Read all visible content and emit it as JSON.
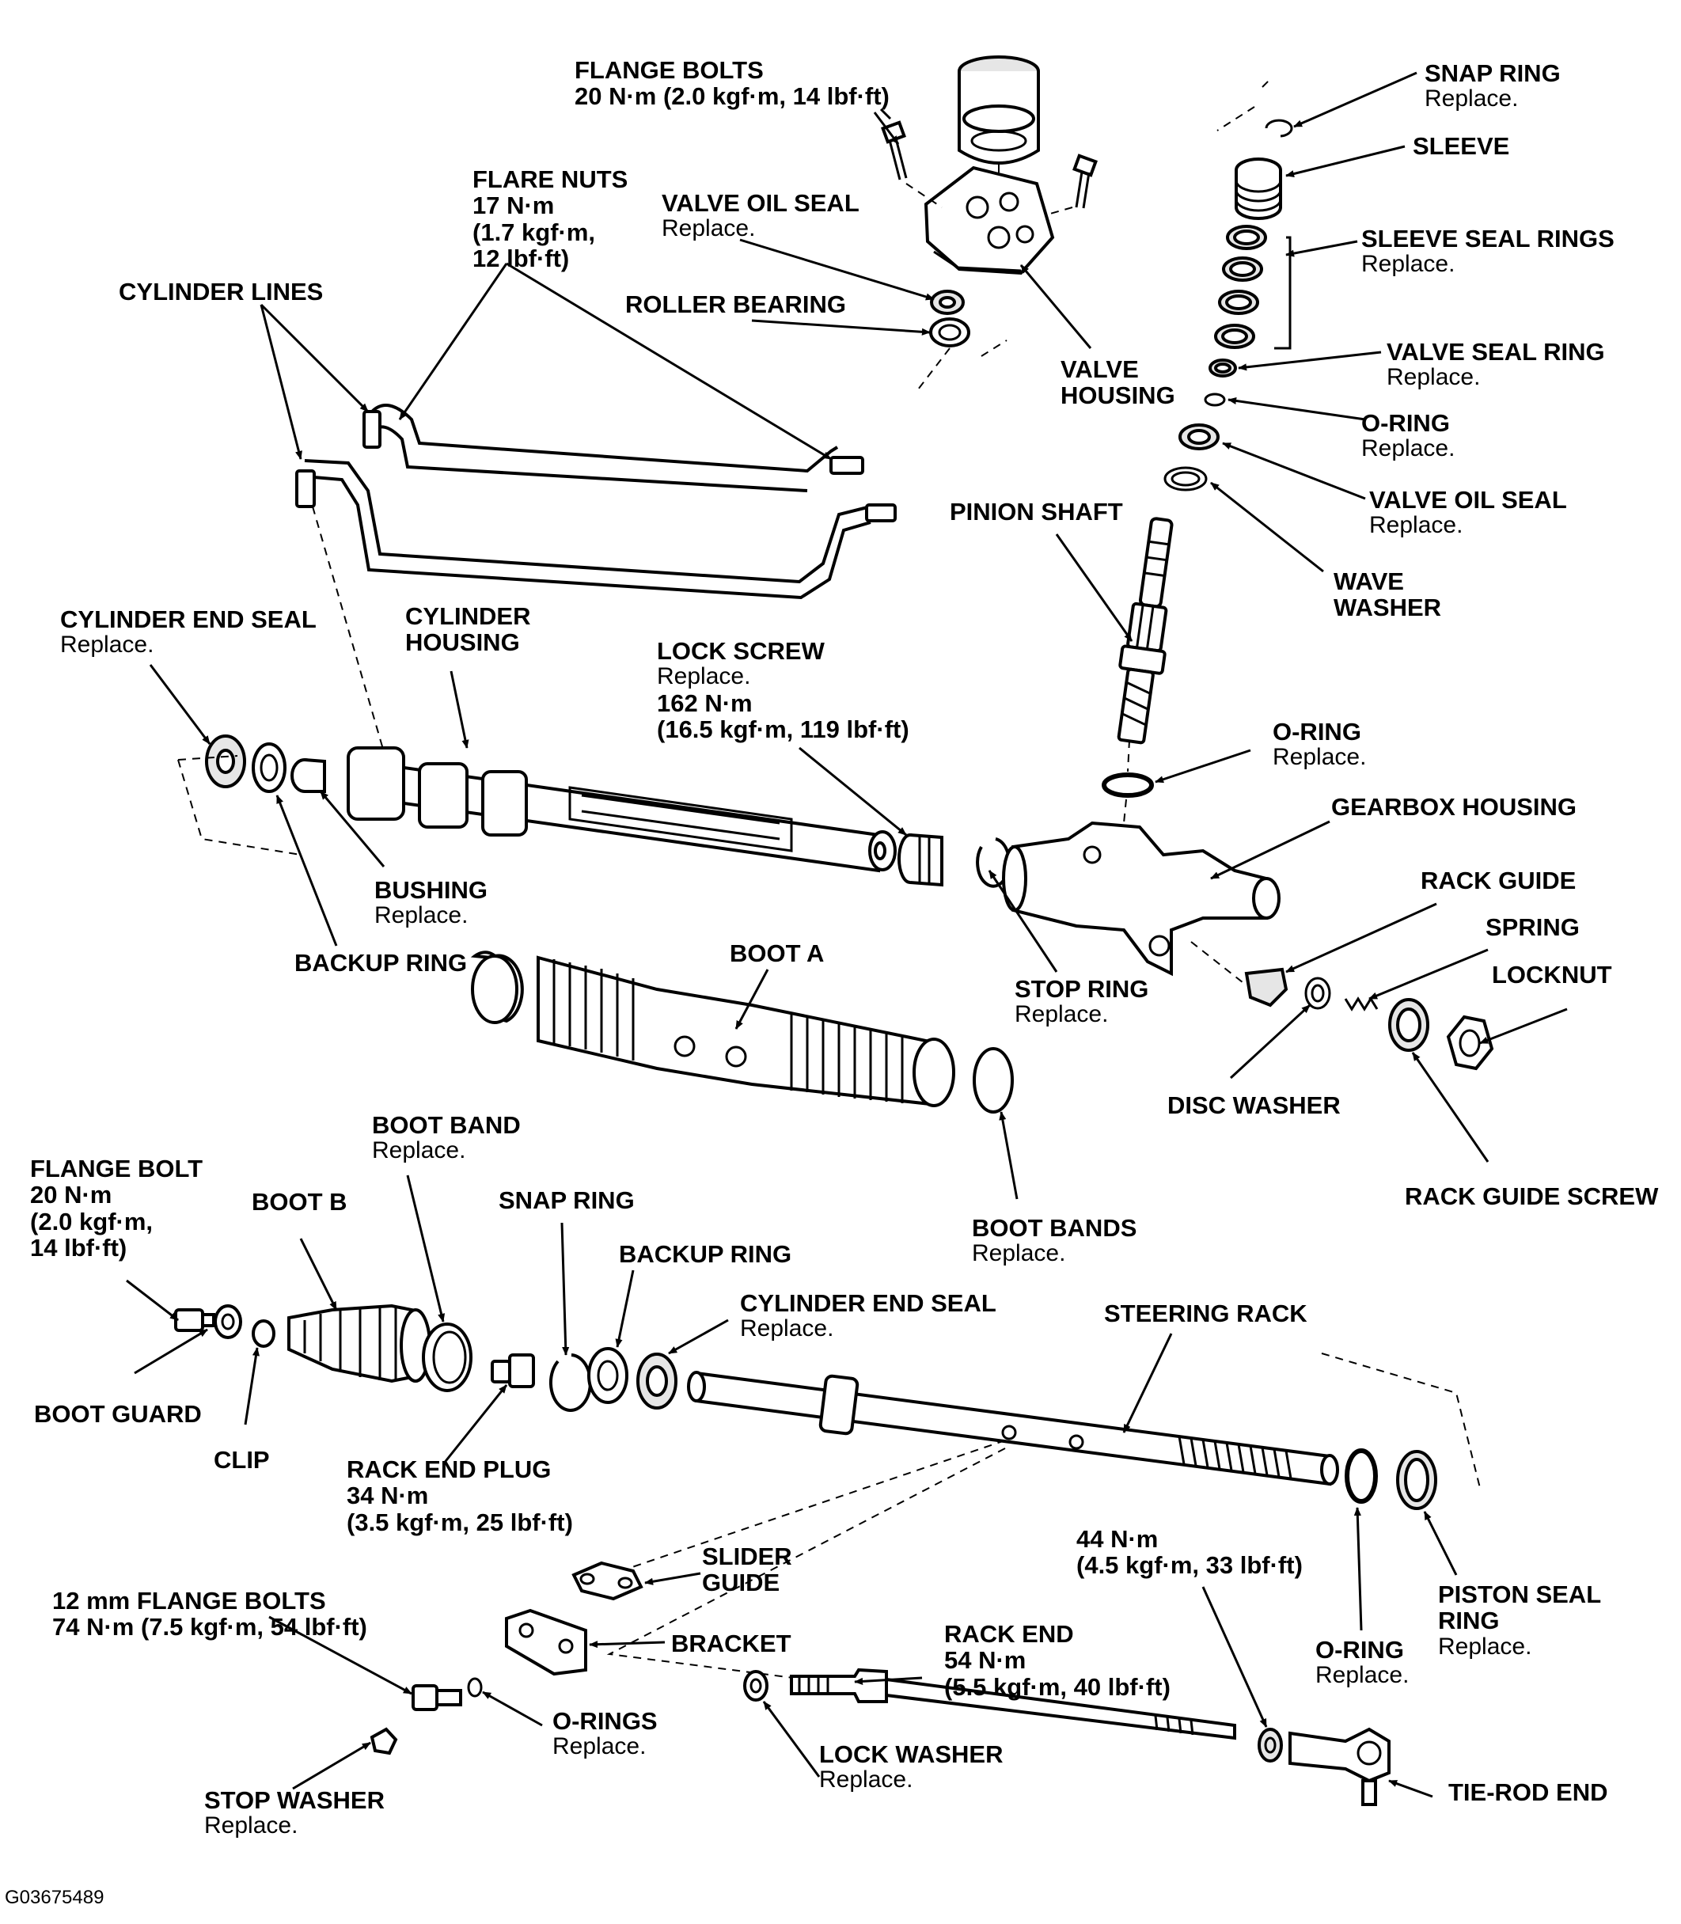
{
  "figure_code": "G03675489",
  "labels": {
    "flange_bolts_top": {
      "name": "FLANGE BOLTS",
      "torque": "20 N·m (2.0 kgf·m, 14 lbf·ft)"
    },
    "flare_nuts": {
      "name": "FLARE NUTS",
      "torque1": "17 N·m",
      "torque2": "(1.7 kgf·m,",
      "torque3": "12 lbf·ft)"
    },
    "valve_oil_seal_top": {
      "name": "VALVE OIL SEAL",
      "note": "Replace."
    },
    "roller_bearing": {
      "name": "ROLLER BEARING"
    },
    "cylinder_lines": {
      "name": "CYLINDER LINES"
    },
    "valve_housing": {
      "line1": "VALVE",
      "line2": "HOUSING"
    },
    "snap_ring_top": {
      "name": "SNAP RING",
      "note": "Replace."
    },
    "sleeve": {
      "name": "SLEEVE"
    },
    "sleeve_seal_rings": {
      "name": "SLEEVE SEAL RINGS",
      "note": "Replace."
    },
    "valve_seal_ring": {
      "name": "VALVE SEAL RING",
      "note": "Replace."
    },
    "o_ring_top": {
      "name": "O-RING",
      "note": "Replace."
    },
    "valve_oil_seal_right": {
      "name": "VALVE OIL SEAL",
      "note": "Replace."
    },
    "wave_washer": {
      "line1": "WAVE",
      "line2": "WASHER"
    },
    "pinion_shaft": {
      "name": "PINION SHAFT"
    },
    "cylinder_end_seal_top": {
      "name": "CYLINDER END SEAL",
      "note": "Replace."
    },
    "cylinder_housing": {
      "line1": "CYLINDER",
      "line2": "HOUSING"
    },
    "lock_screw": {
      "name": "LOCK SCREW",
      "note": "Replace.",
      "torque1": "162 N·m",
      "torque2": "(16.5 kgf·m, 119 lbf·ft)"
    },
    "o_ring_mid": {
      "name": "O-RING",
      "note": "Replace."
    },
    "gearbox_housing": {
      "name": "GEARBOX HOUSING"
    },
    "bushing": {
      "name": "BUSHING",
      "note": "Replace."
    },
    "backup_ring_top": {
      "name": "BACKUP RING"
    },
    "boot_a": {
      "name": "BOOT A"
    },
    "stop_ring": {
      "name": "STOP RING",
      "note": "Replace."
    },
    "rack_guide": {
      "name": "RACK GUIDE"
    },
    "spring": {
      "name": "SPRING"
    },
    "locknut": {
      "name": "LOCKNUT"
    },
    "disc_washer": {
      "name": "DISC WASHER"
    },
    "rack_guide_screw": {
      "name": "RACK GUIDE SCREW"
    },
    "boot_band": {
      "name": "BOOT BAND",
      "note": "Replace."
    },
    "flange_bolt_left": {
      "name": "FLANGE BOLT",
      "torque1": "20 N·m",
      "torque2": "(2.0 kgf·m,",
      "torque3": "14 lbf·ft)"
    },
    "boot_b": {
      "name": "BOOT B"
    },
    "snap_ring_mid": {
      "name": "SNAP RING"
    },
    "boot_bands": {
      "name": "BOOT BANDS",
      "note": "Replace."
    },
    "backup_ring_mid": {
      "name": "BACKUP RING"
    },
    "cylinder_end_seal_mid": {
      "name": "CYLINDER END SEAL",
      "note": "Replace."
    },
    "steering_rack": {
      "name": "STEERING RACK"
    },
    "boot_guard": {
      "name": "BOOT GUARD"
    },
    "clip": {
      "name": "CLIP"
    },
    "rack_end_plug": {
      "name": "RACK END PLUG",
      "torque1": "34 N·m",
      "torque2": "(3.5 kgf·m, 25 lbf·ft)"
    },
    "slider_guide": {
      "line1": "SLIDER",
      "line2": "GUIDE"
    },
    "flange_bolts_12mm": {
      "name": "12 mm FLANGE BOLTS",
      "torque": "74 N·m (7.5 kgf·m, 54 lbf·ft)"
    },
    "bracket": {
      "name": "BRACKET"
    },
    "rack_end": {
      "name": "RACK END",
      "torque1": "54 N·m",
      "torque2": "(5.5 kgf·m, 40 lbf·ft)"
    },
    "tie_rod_torque": {
      "torque1": "44 N·m",
      "torque2": "(4.5 kgf·m, 33 lbf·ft)"
    },
    "o_ring_bottom": {
      "name": "O-RING",
      "note": "Replace."
    },
    "piston_seal_ring": {
      "line1": "PISTON SEAL",
      "line2": "RING",
      "note": "Replace."
    },
    "o_rings": {
      "name": "O-RINGS",
      "note": "Replace."
    },
    "lock_washer": {
      "name": "LOCK WASHER",
      "note": "Replace."
    },
    "stop_washer": {
      "name": "STOP WASHER",
      "note": "Replace."
    },
    "tie_rod_end": {
      "name": "TIE-ROD END"
    }
  }
}
